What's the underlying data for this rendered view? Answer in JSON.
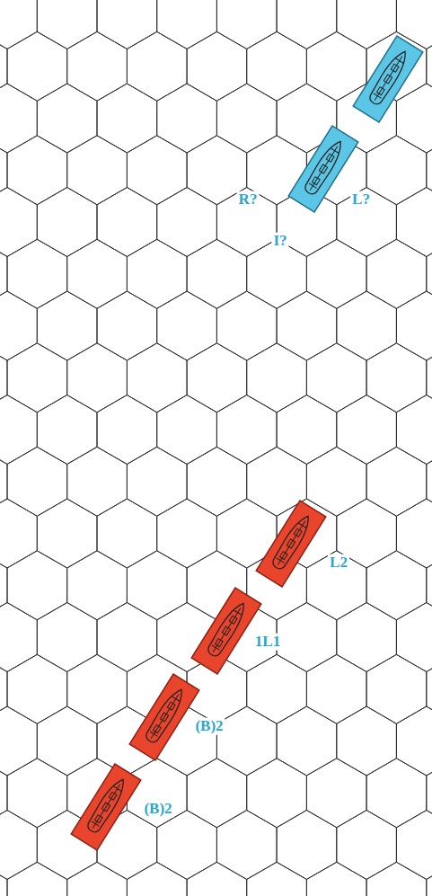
{
  "diagram": {
    "labels": [
      "R?",
      "L?",
      "I?",
      "L2",
      "1L1",
      "(B)2",
      "(B)2"
    ]
  }
}
